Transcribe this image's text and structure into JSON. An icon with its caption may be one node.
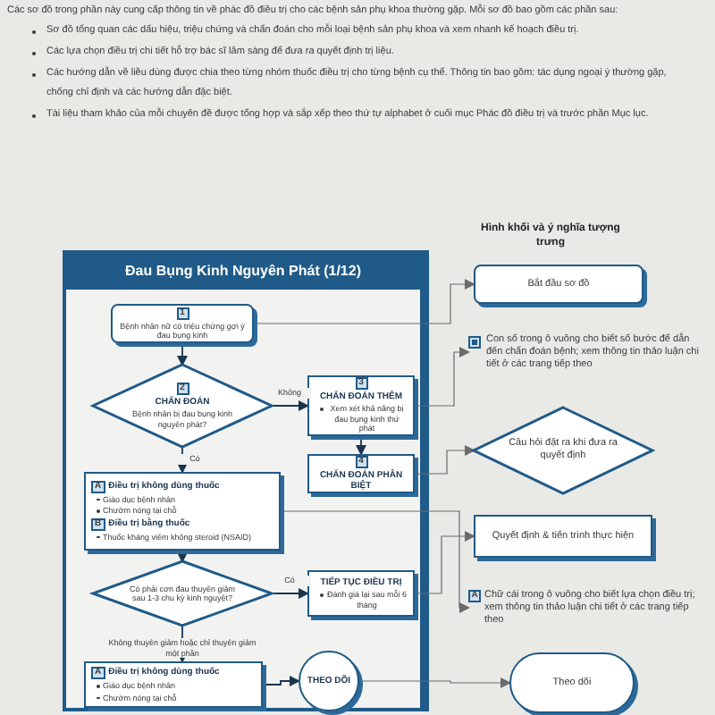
{
  "diagram": {
    "nodes": [
      {
        "text": [
          "Đau Bụng Kinh Nguyên Phát (1/12)"
        ]
      },
      {
        "text": [
          "1",
          "Bệnh nhân nữ có triệu chứng gợi ý đau bụng kinh"
        ],
        "in": 0
      },
      {
        "text": [
          "2",
          "CHẨN ĐOÁN",
          "Bệnh nhân bị đau bụng kinh nguyên phát?"
        ],
        "in": 0
      },
      {
        "text": [
          "3",
          "CHẨN ĐOÁN THÊM",
          "Xem xét khả năng bị đau bụng kinh thứ phát"
        ],
        "in": 0
      },
      {
        "text": [
          "A",
          "Điều trị không dùng thuốc",
          "Giáo dục bệnh nhân",
          "Chườm nóng tại chỗ",
          "B",
          "Điều trị bằng thuốc",
          "Thuốc kháng viêm không steroid (NSAID)"
        ],
        "in": 0
      },
      {
        "text": [
          "4",
          "CHẨN ĐOÁN PHÂN BIỆT"
        ],
        "in": 0
      },
      {
        "text": [
          "Có phải cơn đau thuyên giảm sau 1-3 chu kỳ kinh nguyệt?"
        ],
        "in": 0
      },
      {
        "text": [
          "TIẾP TỤC ĐIỀU TRỊ",
          "Đánh giá lại sau mỗi 6 tháng"
        ],
        "in": 0
      },
      {
        "text": [
          "A",
          "Điều trị không dùng thuốc",
          "Giáo dục bệnh nhân",
          "Chườm nóng tại chỗ"
        ],
        "in": 0
      },
      {
        "text": [
          "THEO DÕI"
        ],
        "in": 0
      },
      {
        "text": [
          "Bắt đầu sơ đồ"
        ]
      },
      {
        "text": [
          "Con số trong ô vuông cho biết số bước để dẫn đến chẩn đoán bệnh; xem thông tin thảo luận chi tiết ở các trang tiếp theo"
        ]
      },
      {
        "text": [
          "Câu hỏi đặt ra khi đưa ra quyết định"
        ]
      },
      {
        "text": [
          "Quyết định & tiến trình thực hiện"
        ]
      },
      {
        "text": [
          "A",
          "Chữ cái trong ô vuông cho biết lựa chọn điều trị; xem thông tin thảo luận chi tiết ở các trang tiếp theo"
        ]
      },
      {
        "text": [
          "Theo dõi"
        ]
      }
    ],
    "edges": [
      {
        "from": 1,
        "to": 2,
        "arrow": "to"
      },
      {
        "from": 2,
        "to": 3,
        "arrow": "to",
        "label": "Không"
      },
      {
        "from": 2,
        "to": 4,
        "arrow": "to",
        "label": "Có"
      },
      {
        "from": 3,
        "to": 5,
        "arrow": "to"
      },
      {
        "from": 4,
        "to": 6,
        "arrow": "to"
      },
      {
        "from": 6,
        "to": 7,
        "arrow": "to",
        "label": "Có"
      },
      {
        "from": 6,
        "to": 8,
        "arrow": "to",
        "label": "Không thuyên giảm hoặc chỉ thuyên giảm một phần"
      },
      {
        "from": 8,
        "to": 9,
        "arrow": "to"
      },
      {
        "from": 1,
        "to": 10,
        "arrow": "to",
        "color": "#6b6b6b"
      },
      {
        "from": 3,
        "to": 11,
        "arrow": "to",
        "color": "#6b6b6b"
      },
      {
        "from": 5,
        "to": 12,
        "arrow": "to",
        "color": "#6b6b6b"
      },
      {
        "from": 4,
        "to": 14,
        "arrow": "to",
        "color": "#6b6b6b"
      },
      {
        "from": 7,
        "to": 13,
        "arrow": "to",
        "color": "#6b6b6b"
      },
      {
        "from": 9,
        "to": 15,
        "arrow": "to",
        "color": "#6b6b6b"
      }
    ],
    "labels": [
      "Các sơ đồ trong phần này cung cấp thông tin về phác đồ điều trị cho các bệnh sản phụ khoa thường gặp. Mỗi sơ đồ bao gồm các phần sau:",
      "Sơ đồ tổng quan các dấu hiệu, triệu chứng và chẩn đoán cho mỗi loại bệnh sản phụ khoa và xem nhanh kế hoạch điều trị.",
      "Các lựa chọn điều trị chi tiết hỗ trợ bác sĩ lâm sàng để đưa ra quyết định trị liệu.",
      "Các hướng dẫn về liều dùng được chia theo từng nhóm thuốc điều trị cho từng bệnh cụ thể. Thông tin bao gồm: tác dụng ngoại ý thường gặp, chống chỉ định và các hướng dẫn đặc biệt.",
      "Tài liệu tham khảo của mỗi chuyên đề được tổng hợp và sắp xếp theo thứ tự alphabet ở cuối mục Phác đồ điều trị và trước phần Mục lục.",
      "Hình khối và ý nghĩa tượng trưng"
    ]
  }
}
